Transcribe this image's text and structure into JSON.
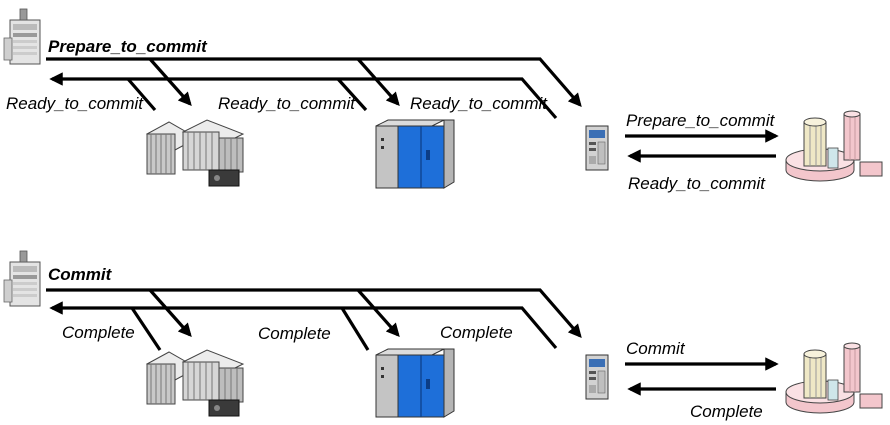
{
  "phase1": {
    "coordinator_message": "Prepare_to_commit",
    "replies": [
      "Ready_to_commit",
      "Ready_to_commit",
      "Ready_to_commit"
    ],
    "remote_request": "Prepare_to_commit",
    "remote_reply": "Ready_to_commit"
  },
  "phase2": {
    "coordinator_message": "Commit",
    "replies": [
      "Complete",
      "Complete",
      "Complete"
    ],
    "remote_request": "Commit",
    "remote_reply": "Complete"
  },
  "colors": {
    "arrow": "#000000",
    "cabinet_blue": "#1e6fd9",
    "rack_gray": "#c9c9c9",
    "pink_node": "#f3c6cc",
    "cream_tower": "#efe8c6"
  }
}
